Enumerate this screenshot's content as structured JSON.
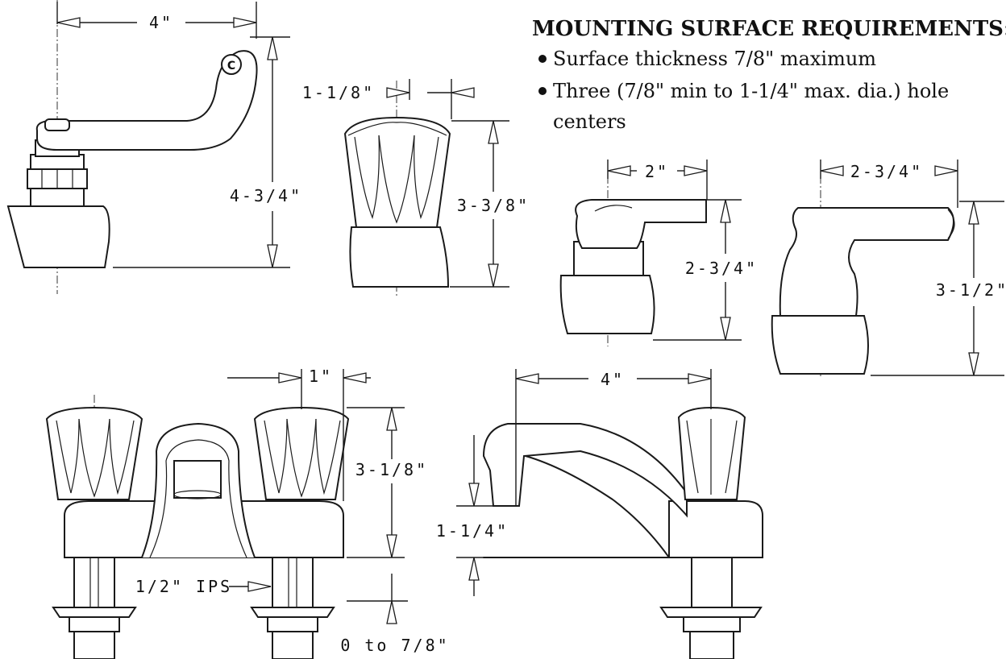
{
  "requirements": {
    "title": "MOUNTING SURFACE REQUIREMENTS:",
    "items": [
      "Surface thickness 7/8\" maximum",
      "Three (7/8\" min to 1-1/4\" max. dia.) hole",
      "centers"
    ]
  },
  "dimensions": {
    "wrist_handle_width": "4\"",
    "wrist_handle_height": "4-3/4\"",
    "knob_width": "1-1/8\"",
    "knob_height": "3-3/8\"",
    "lever_width": "2\"",
    "lever_height": "2-3/4\"",
    "blade_width": "2-3/4\"",
    "blade_height": "3-1/2\"",
    "handle_offset": "1\"",
    "faucet_height": "3-1/8\"",
    "spout_reach": "4\"",
    "spout_clearance": "1-1/4\"",
    "shank_thread": "1/2\" IPS",
    "deck_thickness": "0 to 7/8\""
  }
}
